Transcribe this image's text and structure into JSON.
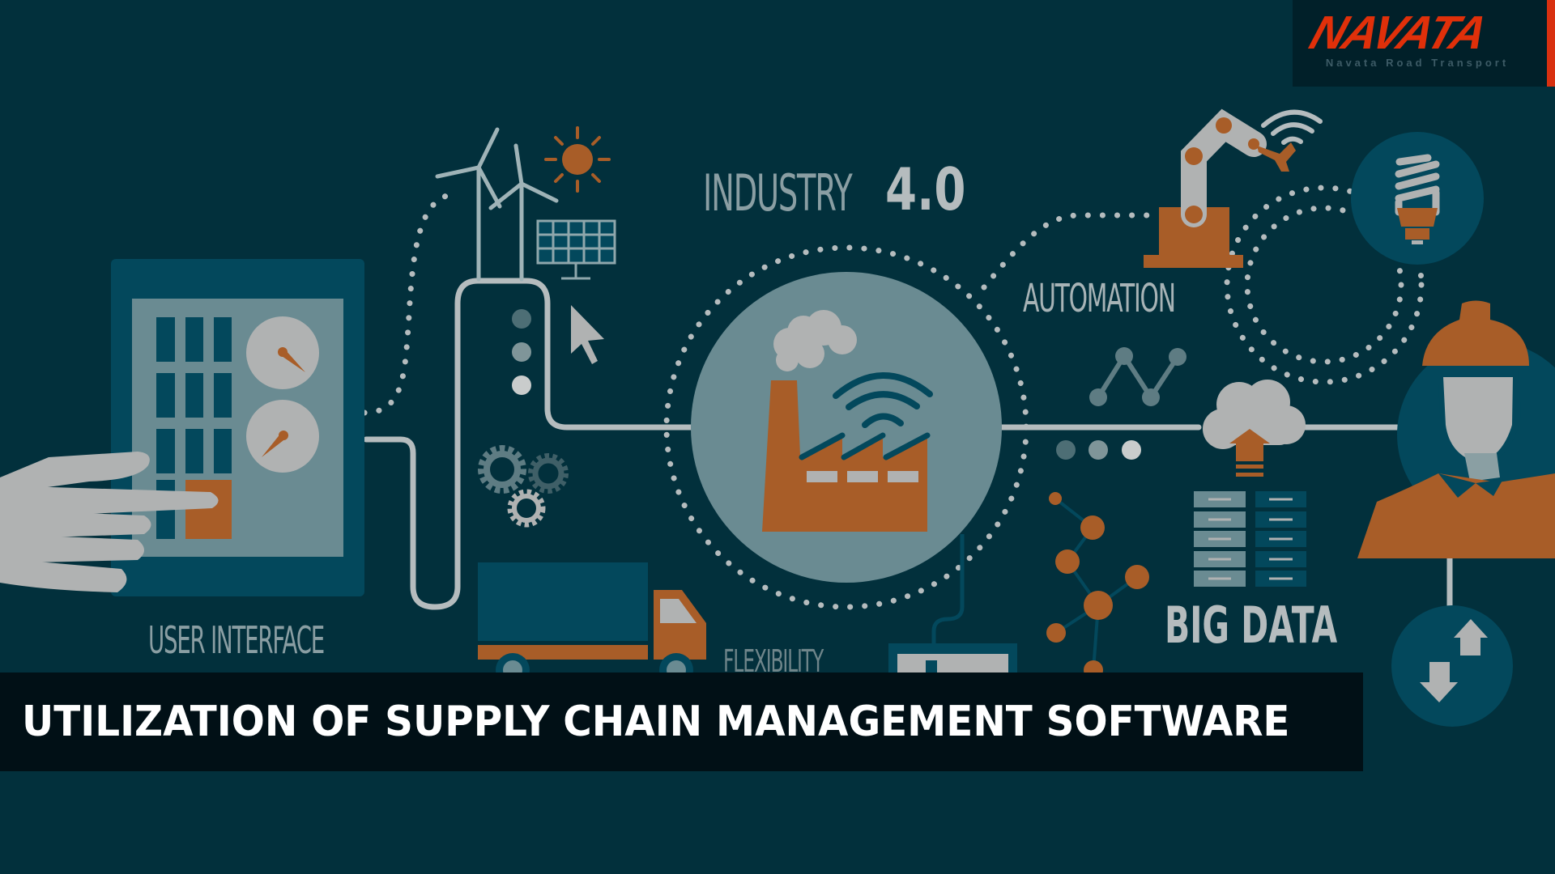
{
  "colors": {
    "background": "#02303c",
    "banner_bg": "#011016",
    "accent_orange": "#a85d28",
    "teal": "#03485c",
    "light_gray": "#b0b2b2",
    "slate": "#6a8b92",
    "logo_red": "#e0300a"
  },
  "logo": {
    "mark": "NAVATA",
    "tagline": "Navata Road Transport"
  },
  "infographic": {
    "heading_thin": "INDUSTRY",
    "heading_bold": "4.0",
    "labels": {
      "user_interface": "USER INTERFACE",
      "automation": "AUTOMATION",
      "big_data": "BIG DATA",
      "flexibility": "FLEXIBILITY"
    },
    "icons": [
      "tablet-icon",
      "hand-icon",
      "wind-turbine-icon",
      "sun-icon",
      "solar-panel-icon",
      "cursor-icon",
      "gears-icon",
      "truck-icon",
      "factory-icon",
      "wifi-icon",
      "robot-arm-icon",
      "lightbulb-icon",
      "worker-icon",
      "cloud-upload-icon",
      "server-icon",
      "molecule-network-icon",
      "line-graph-icon",
      "3d-printer-icon",
      "transfer-arrows-icon"
    ]
  },
  "banner": {
    "title": "UTILIZATION OF SUPPLY CHAIN MANAGEMENT SOFTWARE"
  }
}
